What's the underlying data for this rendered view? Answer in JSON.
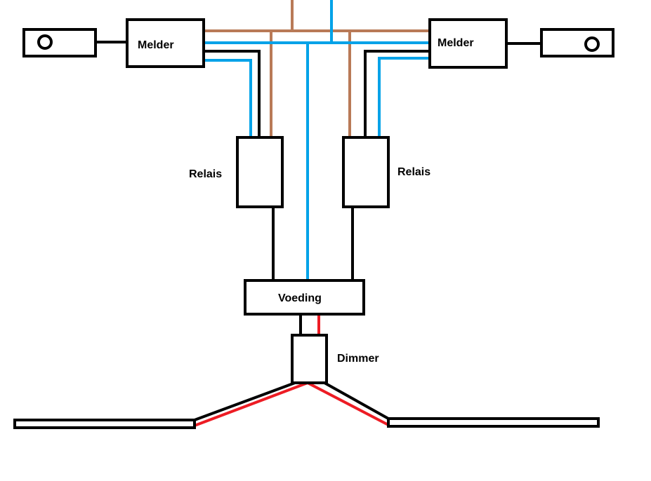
{
  "labels": {
    "melder_left": "Melder",
    "melder_right": "Melder",
    "relais_left": "Relais",
    "relais_right": "Relais",
    "voeding": "Voeding",
    "dimmer": "Dimmer"
  },
  "colors": {
    "background": "#ffffff",
    "outline": "#000000",
    "wire_brown": "#b97a57",
    "wire_blue": "#00a2e8",
    "wire_black": "#000000",
    "wire_red": "#ed1c24"
  }
}
